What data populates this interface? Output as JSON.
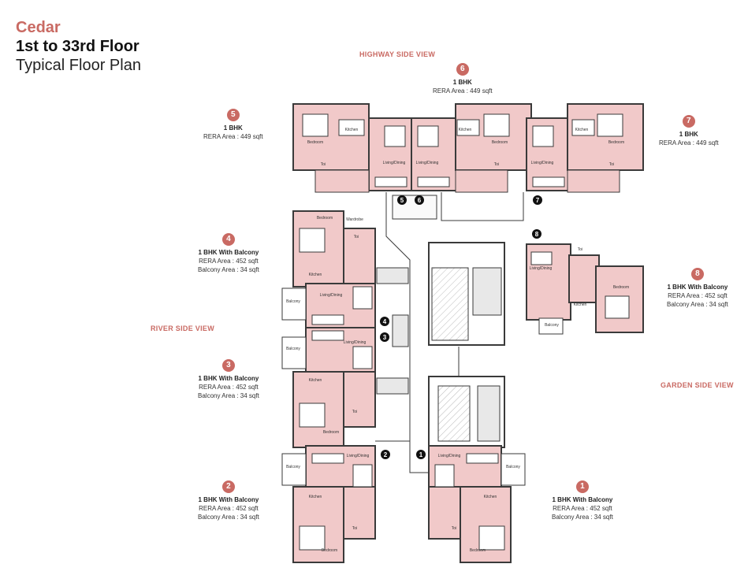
{
  "header": {
    "project": "Cedar",
    "floors": "1st to 33rd Floor",
    "plan_type": "Typical Floor Plan"
  },
  "views": {
    "highway": "HIGHWAY SIDE VIEW",
    "river": "RIVER SIDE VIEW",
    "garden": "GARDEN SIDE VIEW"
  },
  "units": [
    {
      "num": "1",
      "type": "1 BHK With Balcony",
      "rera": "RERA Area : 452 sqft",
      "balcony": "Balcony Area : 34 sqft"
    },
    {
      "num": "2",
      "type": "1 BHK With Balcony",
      "rera": "RERA Area : 452 sqft",
      "balcony": "Balcony Area : 34 sqft"
    },
    {
      "num": "3",
      "type": "1 BHK With Balcony",
      "rera": "RERA Area : 452 sqft",
      "balcony": "Balcony Area : 34 sqft"
    },
    {
      "num": "4",
      "type": "1 BHK With Balcony",
      "rera": "RERA Area : 452 sqft",
      "balcony": "Balcony Area : 34 sqft"
    },
    {
      "num": "5",
      "type": "1 BHK",
      "rera": "RERA Area : 449 sqft",
      "balcony": ""
    },
    {
      "num": "6",
      "type": "1 BHK",
      "rera": "RERA Area : 449 sqft",
      "balcony": ""
    },
    {
      "num": "7",
      "type": "1 BHK",
      "rera": "RERA Area : 449 sqft",
      "balcony": ""
    },
    {
      "num": "8",
      "type": "1 BHK With Balcony",
      "rera": "RERA Area : 452 sqft",
      "balcony": "Balcony Area : 34 sqft"
    }
  ],
  "rooms": {
    "bedroom": "Bedroom",
    "kitchen": "Kitchen",
    "living": "Living/Dining",
    "toilet": "Toi",
    "balcony": "Balcony",
    "wardrobe": "Wardrobe"
  },
  "colors": {
    "accent": "#c96a63",
    "room_fill": "#f1c9c9",
    "wall": "#3a3a3a",
    "core_fill": "#e8e8e8"
  }
}
